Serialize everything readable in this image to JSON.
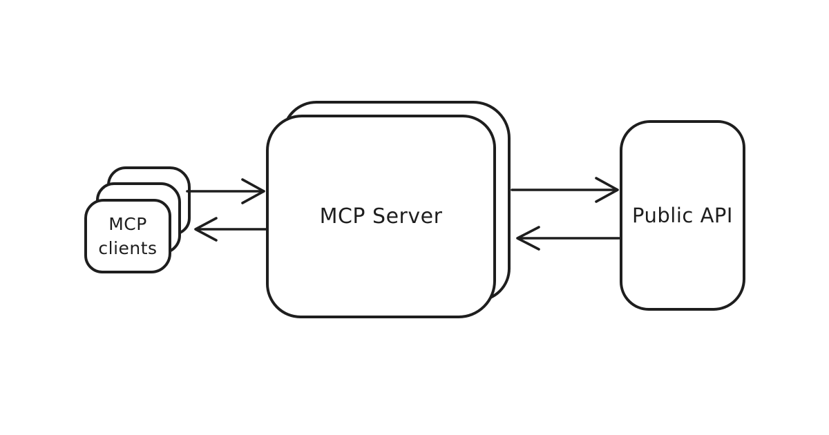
{
  "diagram": {
    "colors": {
      "background": "#ffffff",
      "stroke": "#1e1e1e"
    },
    "nodes": {
      "mcp_clients": {
        "label_line1": "MCP",
        "label_line2": "clients",
        "stacked_copies": 3
      },
      "mcp_server": {
        "label": "MCP Server",
        "stacked_copies": 2
      },
      "public_api": {
        "label": "Public API"
      }
    },
    "connections": [
      {
        "from": "mcp_clients",
        "to": "mcp_server",
        "direction": "right"
      },
      {
        "from": "mcp_server",
        "to": "mcp_clients",
        "direction": "left"
      },
      {
        "from": "mcp_server",
        "to": "public_api",
        "direction": "right"
      },
      {
        "from": "public_api",
        "to": "mcp_server",
        "direction": "left"
      }
    ]
  }
}
